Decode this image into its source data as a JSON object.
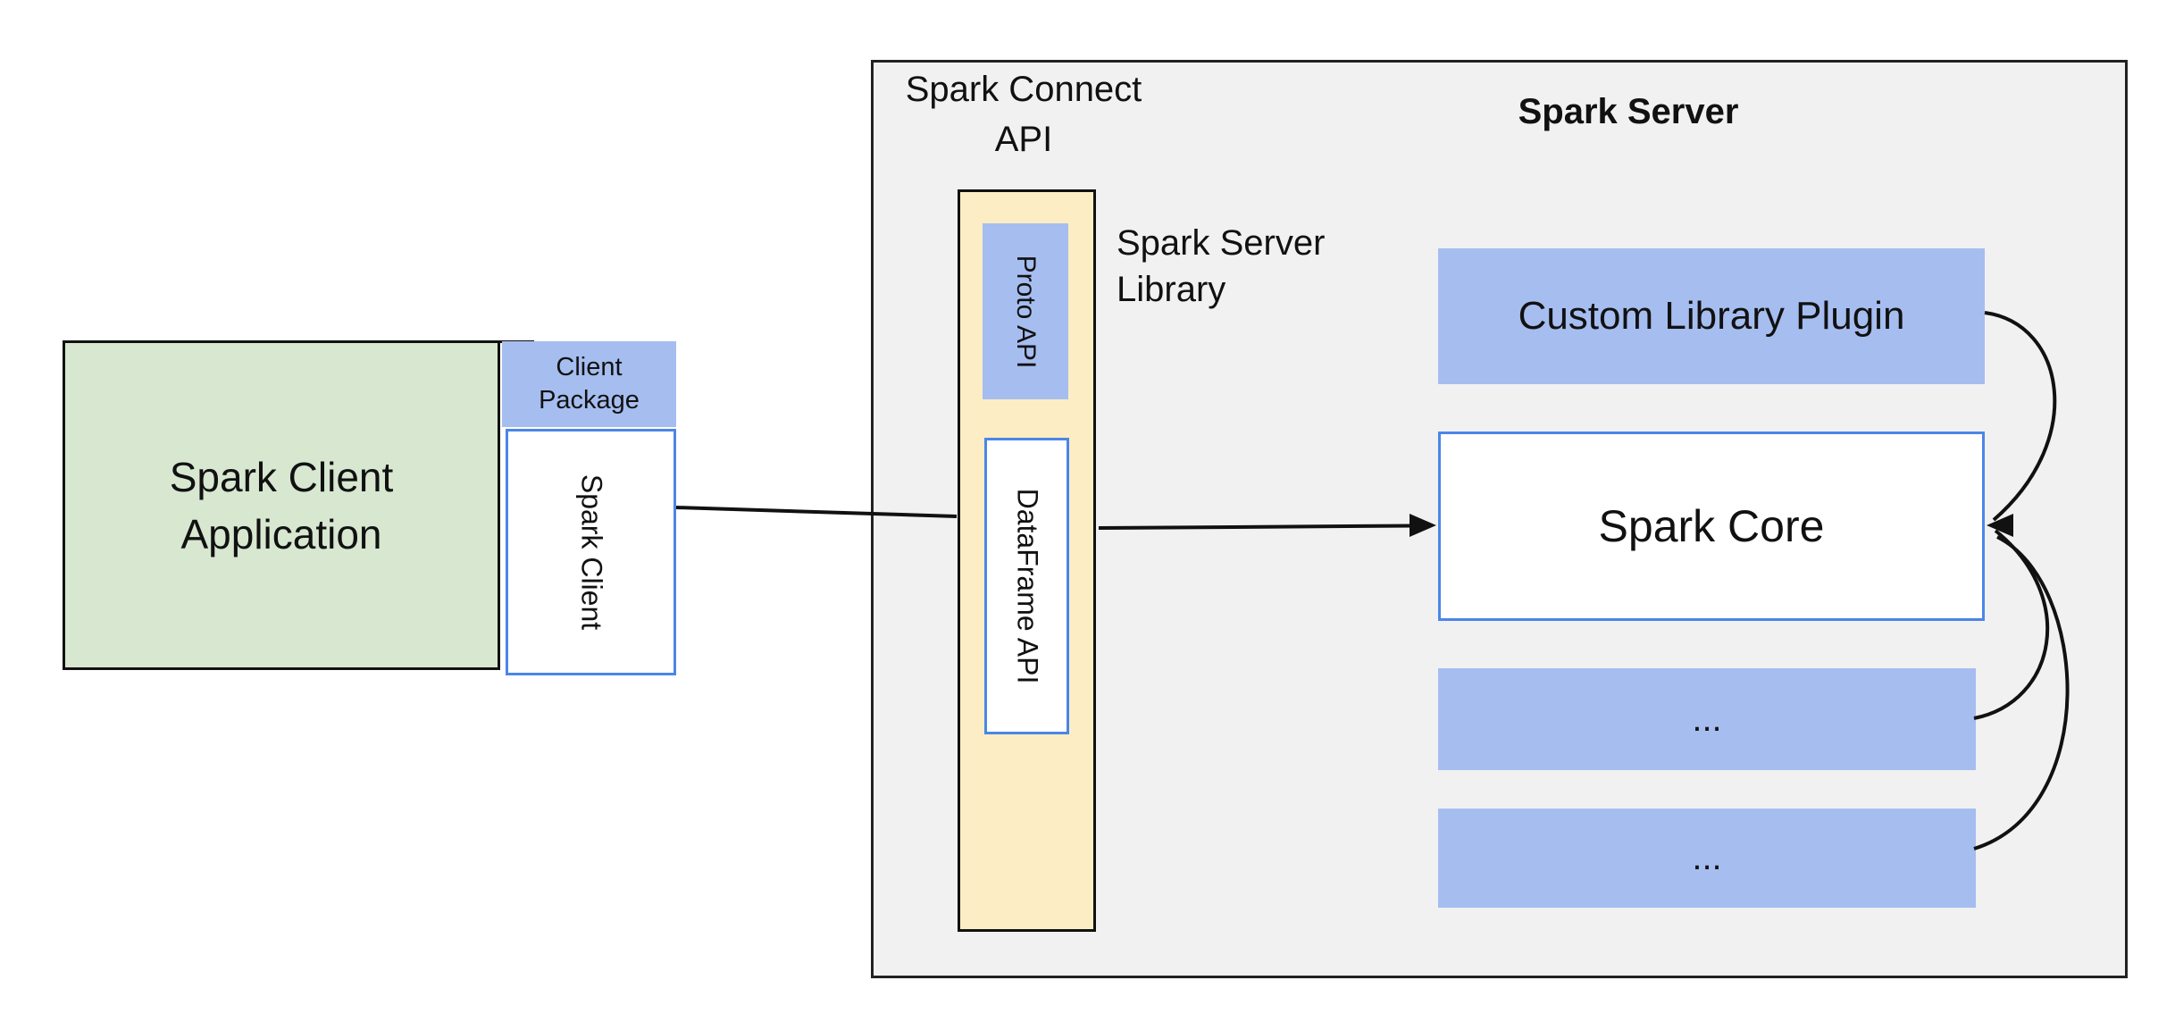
{
  "title": "Spark Connect architecture diagram",
  "colors": {
    "green_fill": "#d7e7d0",
    "blue_fill": "#a6bdf0",
    "yellow_fill": "#fcedc5",
    "gray_fill": "#f1f1f2",
    "blue_border": "#4a86e8",
    "stroke": "#111111"
  },
  "client": {
    "application_label": "Spark Client Application",
    "package_label": "Client Package",
    "spark_client_label": "Spark Client"
  },
  "connect": {
    "api_label": "Spark Connect API",
    "proto_api_label": "Proto API",
    "dataframe_api_label": "DataFrame API",
    "server_library_label": "Spark Server Library"
  },
  "server": {
    "title": "Spark Server",
    "plugin_label": "Custom Library Plugin",
    "core_label": "Spark Core",
    "more_modules_1": "...",
    "more_modules_2": "..."
  }
}
